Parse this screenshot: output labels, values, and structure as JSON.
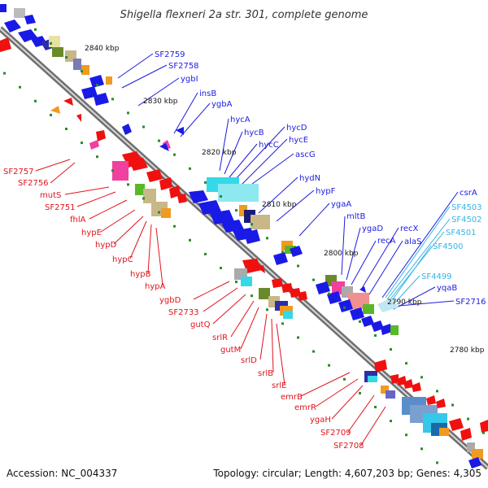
{
  "title": "Shigella flexneri 2a str. 301, complete genome",
  "footer": {
    "accession": "Accession: NC_004337",
    "summary": "Topology: circular; Length: 4,607,203 bp; Genes: 4,305"
  },
  "colors": {
    "forward_label": "#1c1ce0",
    "reverse_label": "#e0141c",
    "rna_label": "#33b5e5",
    "cds_forward": "#1a1ae6",
    "cds_reverse": "#f01010",
    "backbone": "#8a8a8a",
    "tick": "#2a8a2a"
  },
  "kbp_marks": [
    "2840 kbp",
    "2830 kbp",
    "2820 kbp",
    "2810 kbp",
    "2800 kbp",
    "2790 kbp",
    "2780 kbp"
  ],
  "forward_labels": [
    "SF2759",
    "SF2758",
    "ygbI",
    "insB",
    "ygbA",
    "hycA",
    "hycB",
    "hycC",
    "hycD",
    "hycE",
    "ascG",
    "hydN",
    "hypF",
    "ygaA",
    "mltB",
    "ygaD",
    "recA",
    "recX",
    "alaS",
    "csrA",
    "SF4503",
    "SF4502",
    "SF4501",
    "SF4500",
    "SF4499",
    "yqaB",
    "SF2716"
  ],
  "reverse_labels": [
    "SF2757",
    "SF2756",
    "mutS",
    "SF2751",
    "fhlA",
    "hypE",
    "hypD",
    "hypC",
    "hypB",
    "hypA",
    "ygbD",
    "SF2733",
    "gutQ",
    "srlR",
    "gutM",
    "srlD",
    "srlB",
    "srlE",
    "emrB",
    "emrR",
    "ygaH",
    "SF2709",
    "SF2708"
  ],
  "rna_labels": [
    "SF4503",
    "SF4502",
    "SF4501",
    "SF4500",
    "SF4499"
  ]
}
